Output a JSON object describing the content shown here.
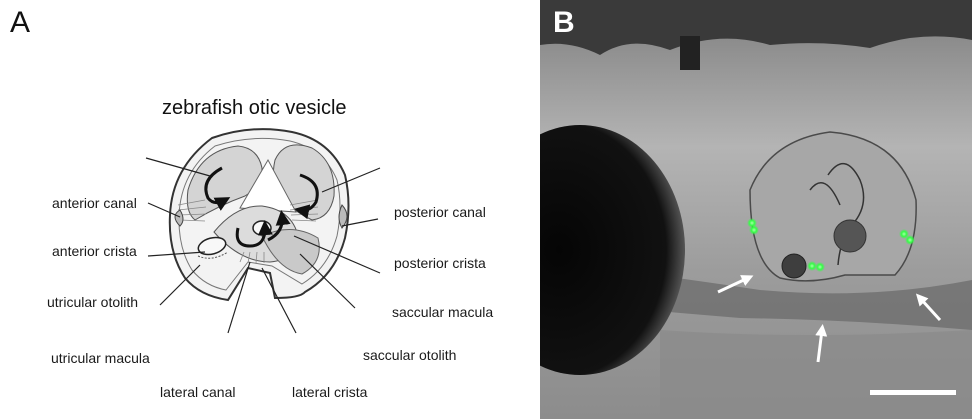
{
  "panel_a": {
    "letter": "A",
    "title": "zebrafish otic vesicle",
    "labels": {
      "anterior_canal": "anterior canal",
      "anterior_crista": "anterior crista",
      "utricular_otolith": "utricular otolith",
      "utricular_macula": "utricular macula",
      "lateral_canal": "lateral canal",
      "lateral_crista": "lateral crista",
      "posterior_canal": "posterior canal",
      "posterior_crista": "posterior crista",
      "saccular_macula": "saccular macula",
      "saccular_otolith": "saccular otolith"
    }
  },
  "panel_b": {
    "letter": "B",
    "fluorescence_color": "#33ff44",
    "arrow_color": "#ffffff"
  }
}
